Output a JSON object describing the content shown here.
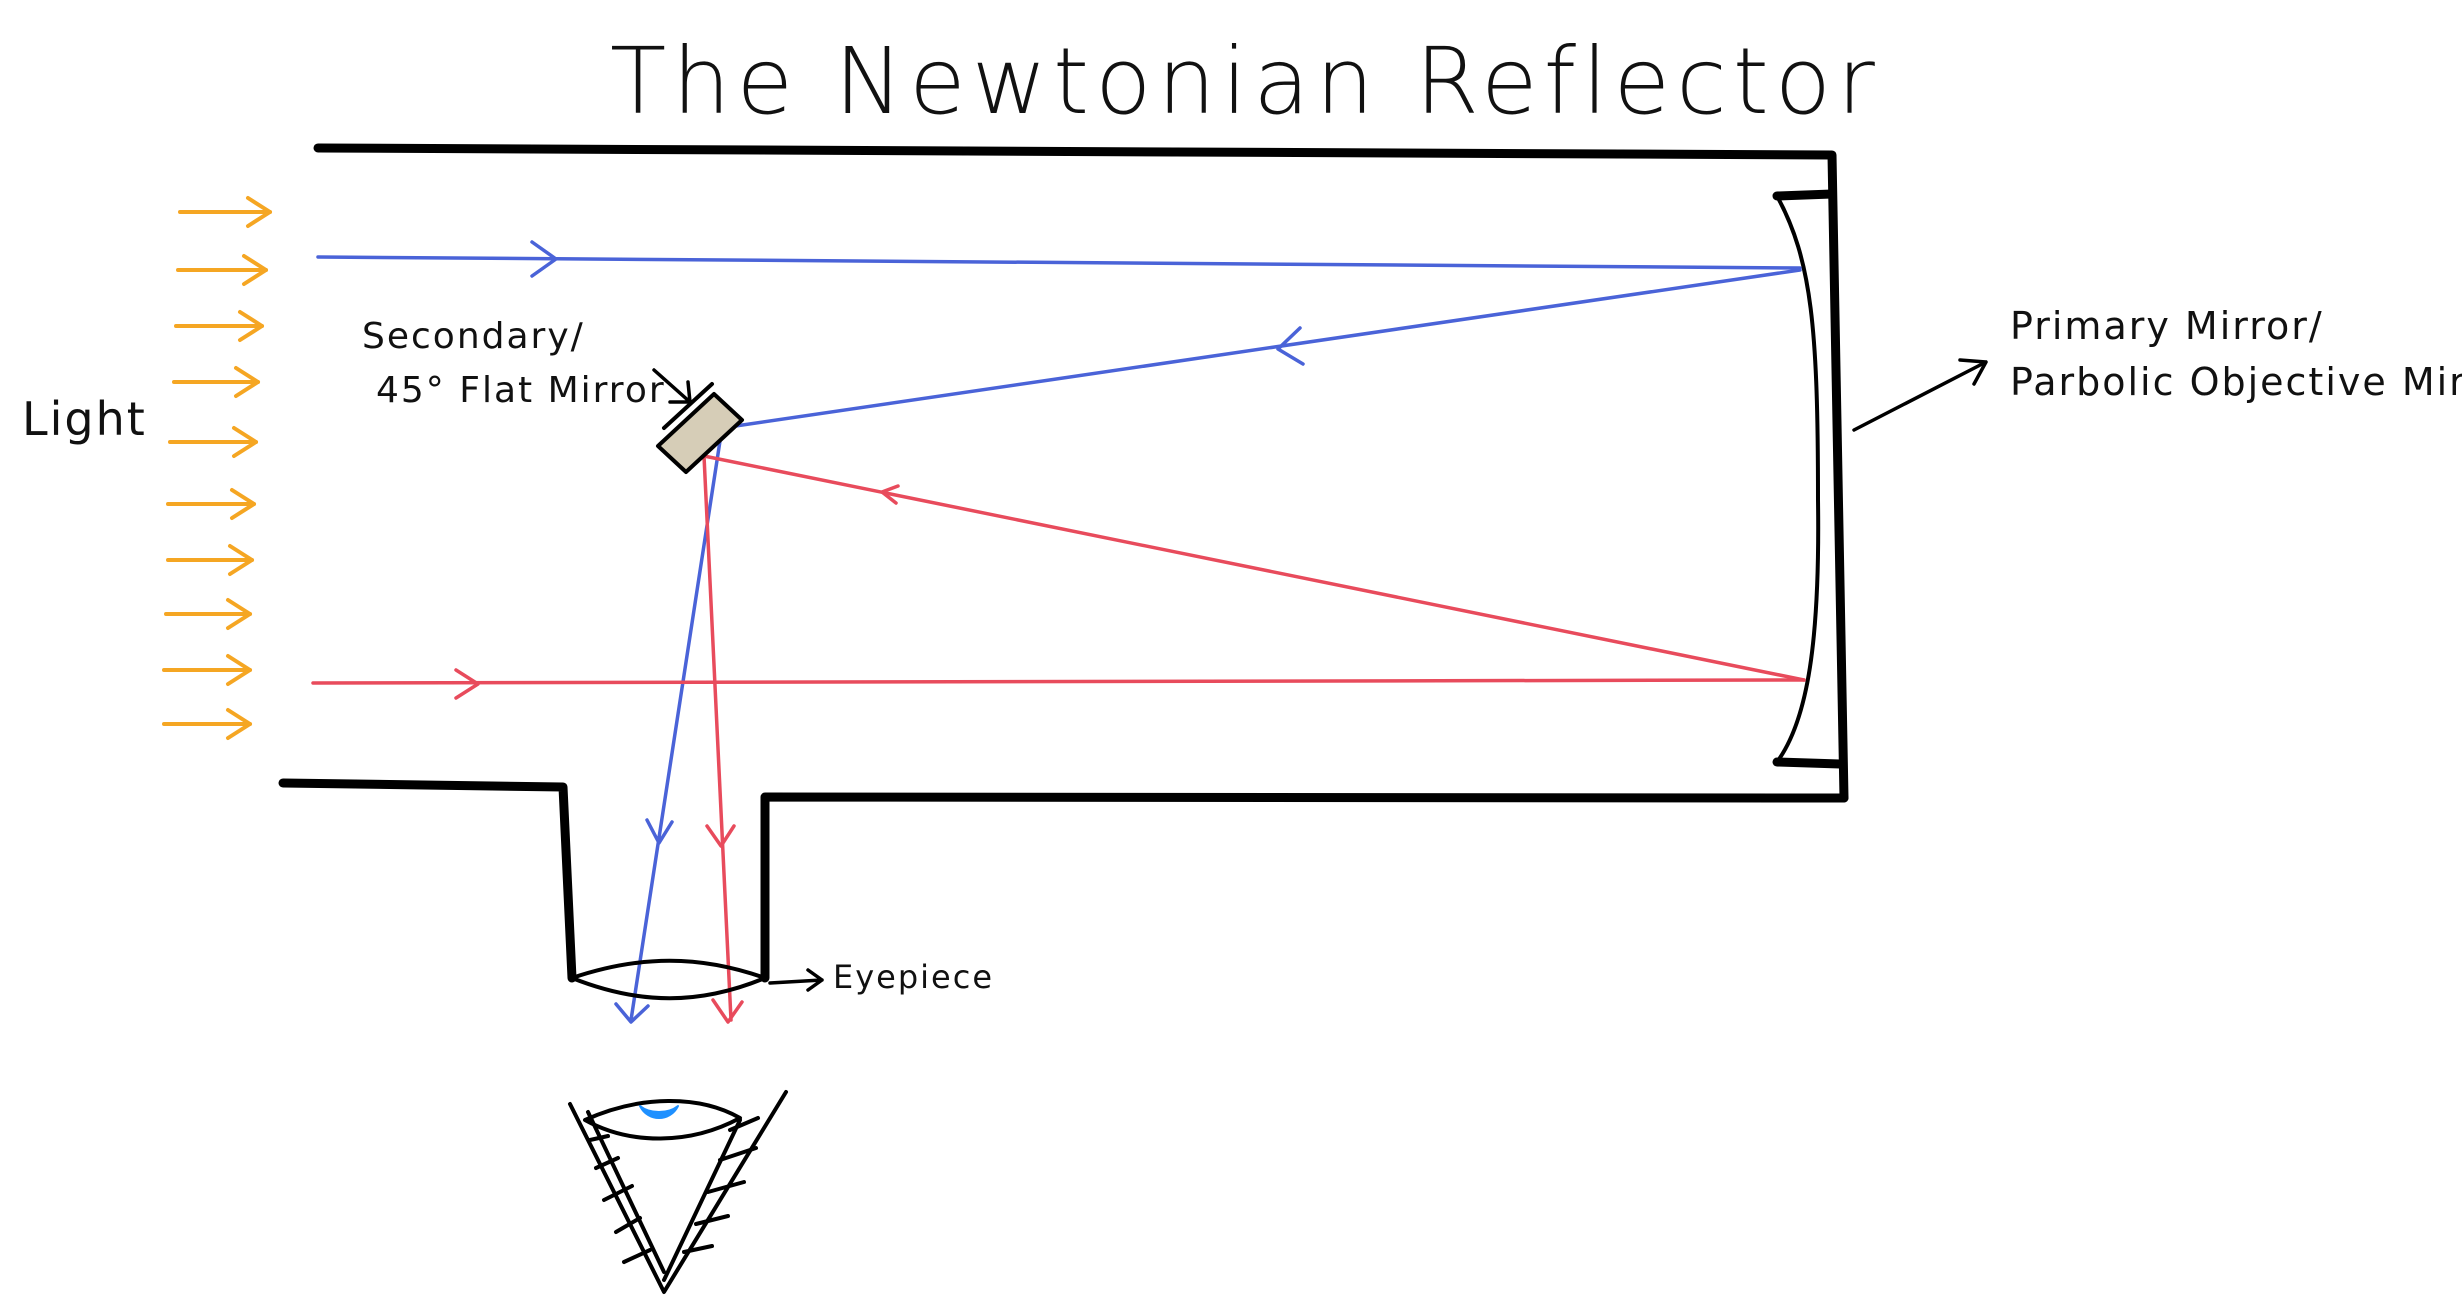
{
  "title": "The Newtonian Reflector",
  "labels": {
    "light": "Light",
    "secondary_line1": "Secondary/",
    "secondary_line2": "45° Flat Mirror",
    "primary_line1": "Primary Mirror/",
    "primary_line2": "Parbolic Objective Mirror",
    "eyepiece": "Eyepiece"
  },
  "colors": {
    "light_arrows": "#f5a623",
    "blue_ray": "#4a63d8",
    "red_ray": "#e84b5c",
    "tube_outline": "#000000",
    "secondary_mirror_fill": "#d6cdb7",
    "eye_iris": "#1e90ff"
  },
  "icons": {
    "eye": "eye-icon"
  }
}
